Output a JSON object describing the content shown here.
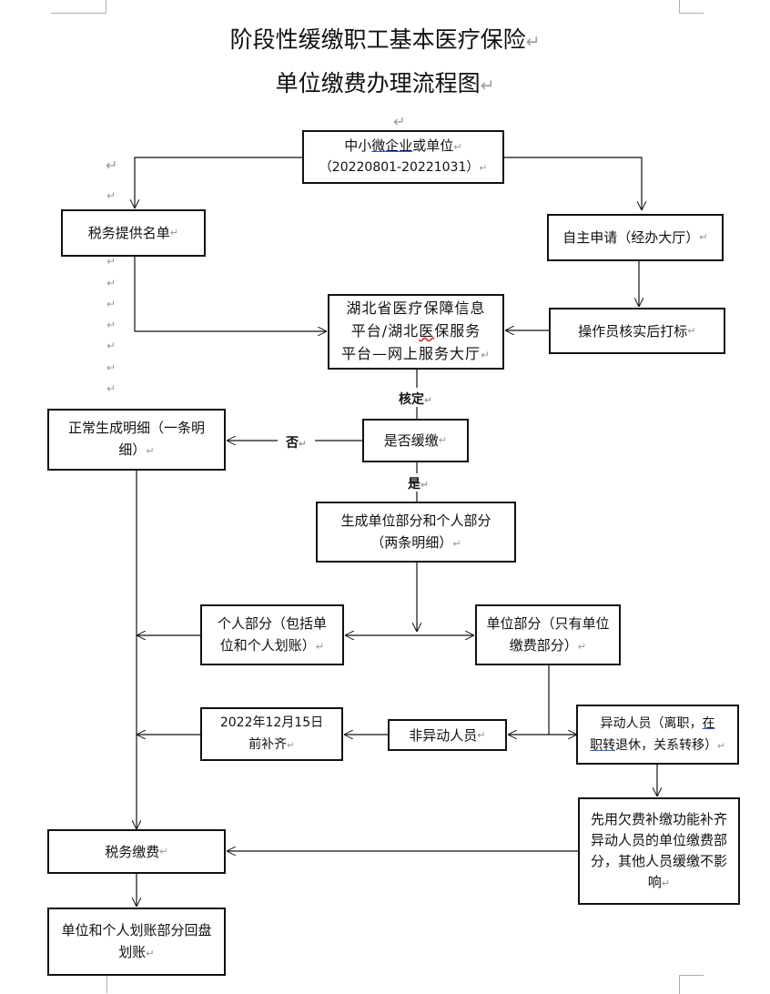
{
  "title": {
    "line1": "阶段性缓缴职工基本医疗保险",
    "line2": "单位缴费办理流程图",
    "paragraph_mark": "↵"
  },
  "nodes": {
    "start": {
      "line1_pre": "中小",
      "line1_ul": "微企业",
      "line1_post": "或单位",
      "line2": "（20220801-20221031）"
    },
    "tax_list": {
      "text": "税务提供名单"
    },
    "self_apply": {
      "text": "自主申请（经办大厅）"
    },
    "operator_mark": {
      "text": "操作员核实后打标"
    },
    "platform": {
      "line1": "湖北省医疗保障信息",
      "line2_pre": "平台/湖北",
      "line2_ul": "医",
      "line2_post": "保服务",
      "line3": "平台—网上服务大厅"
    },
    "defer_decision": {
      "text": "是否缓缴"
    },
    "normal_detail": {
      "text": "正常生成明细（一条明细）"
    },
    "two_parts": {
      "line1": "生成单位部分和个人部分",
      "line2": "（两条明细）"
    },
    "personal_part": {
      "text": "个人部分（包括单位和个人划账）"
    },
    "unit_part": {
      "text": "单位部分（只有单位缴费部分）"
    },
    "deadline": {
      "line1": "2022年12月15日",
      "line2": "前补齐"
    },
    "non_changed": {
      "text": "非异动人员"
    },
    "changed": {
      "line1_pre": "异动人员（离职，",
      "line1_ul": "在",
      "line2_ul": "职转",
      "line2_post": "退休，关系转移）"
    },
    "arrears": {
      "text": "先用欠费补缴功能补齐异动人员的单位缴费部分，其他人员缓缴不影响"
    },
    "tax_payment": {
      "text": "税务缴费"
    },
    "reconcile": {
      "text": "单位和个人划账部分回盘划账"
    }
  },
  "edge_labels": {
    "verify": "核定",
    "no": "否",
    "yes": "是"
  },
  "colors": {
    "line": "#111111",
    "paragraph_mark": "#9a9a9a",
    "spell_underline_blue": "#3a62c9",
    "spell_underline_red": "#dd2222"
  }
}
